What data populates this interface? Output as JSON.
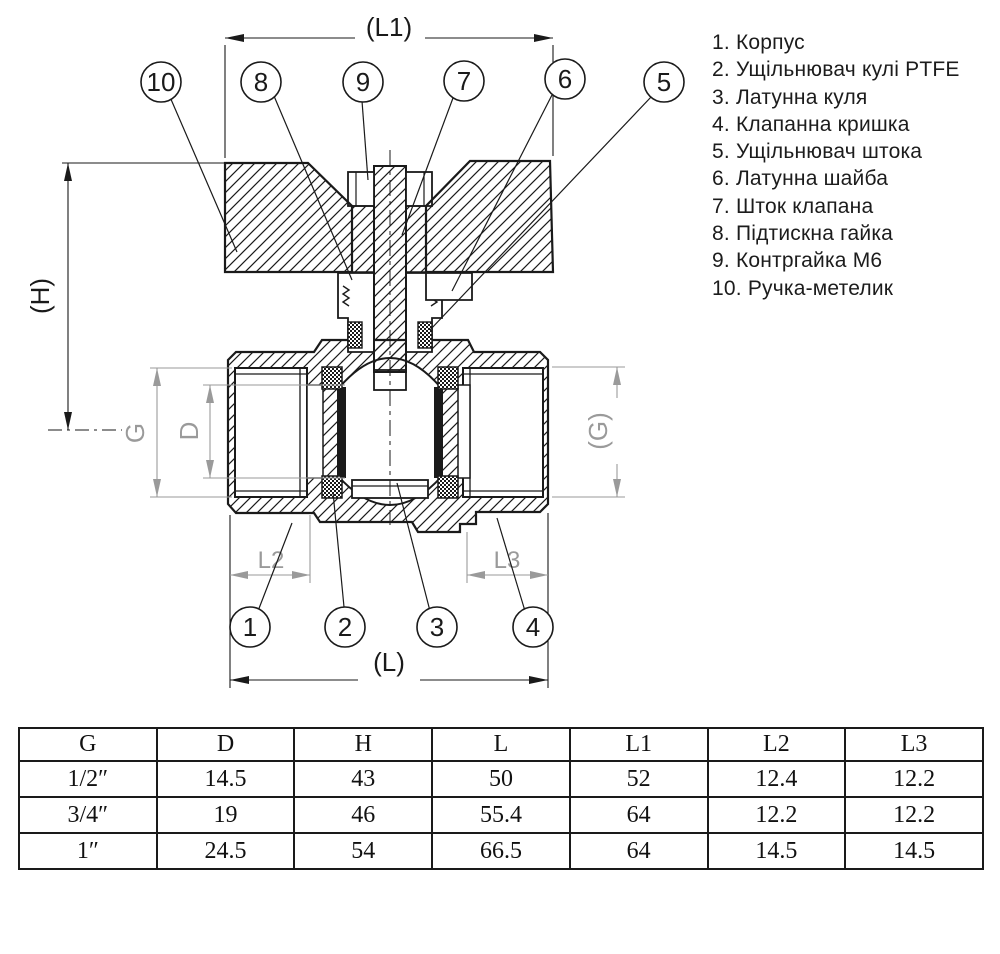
{
  "drawing": {
    "dim_labels": {
      "l1": "(L1)",
      "h": "(H)",
      "g_left": "G",
      "d": "D",
      "g_right": "(G)",
      "l2": "L2",
      "l3": "L3",
      "l": "(L)"
    },
    "callouts": {
      "top": [
        "10",
        "8",
        "9",
        "7",
        "6",
        "5"
      ],
      "bottom": [
        "1",
        "2",
        "3",
        "4"
      ]
    }
  },
  "parts_list": {
    "items": [
      "1. Корпус",
      "2. Ущільнювач кулі PTFE",
      "3. Латунна куля",
      "4. Клапанна кришка",
      "5. Ущільнювач штока",
      "6. Латунна шайба",
      "7. Шток клапана",
      "8. Підтискна гайка",
      "9. Контргайка М6",
      "10. Ручка-метелик"
    ]
  },
  "table": {
    "headers": [
      "G",
      "D",
      "H",
      "L",
      "L1",
      "L2",
      "L3"
    ],
    "rows": [
      [
        "1/2″",
        "14.5",
        "43",
        "50",
        "52",
        "12.4",
        "12.2"
      ],
      [
        "3/4″",
        "19",
        "46",
        "55.4",
        "64",
        "12.2",
        "12.2"
      ],
      [
        "1″",
        "24.5",
        "54",
        "66.5",
        "64",
        "14.5",
        "14.5"
      ]
    ]
  },
  "colors": {
    "line": "#1a1a1a",
    "dim_gray": "#9a9a9a"
  }
}
